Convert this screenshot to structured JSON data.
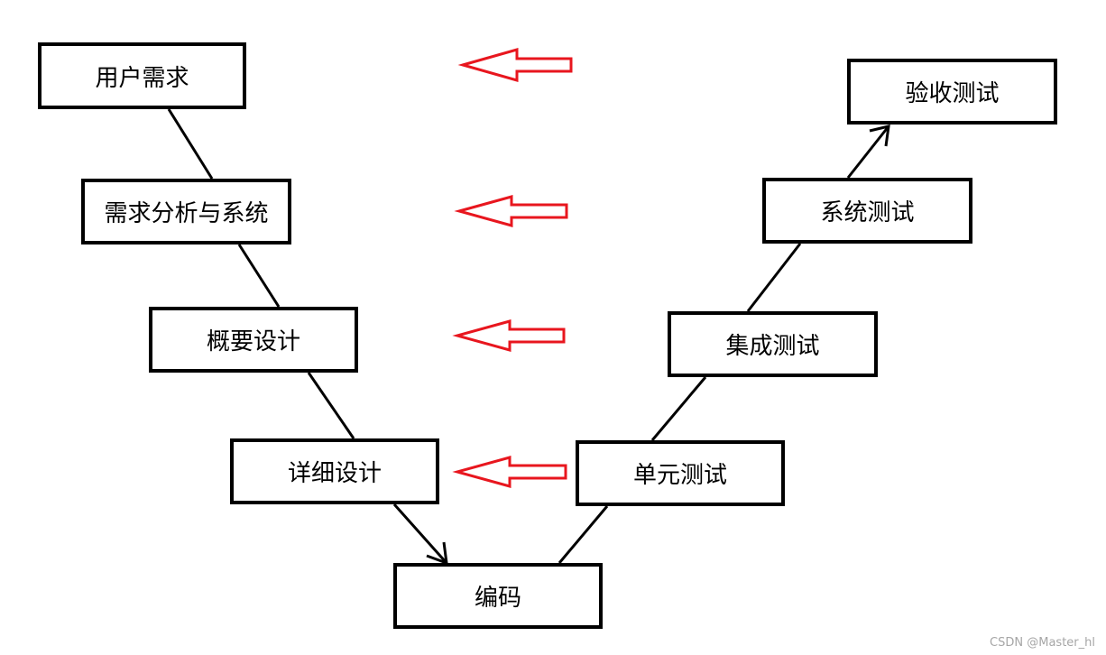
{
  "diagram": {
    "type": "v-model",
    "stages": {
      "user_requirements": "用户需求",
      "requirement_analysis": "需求分析与系统",
      "overview_design": "概要设计",
      "detailed_design": "详细设计",
      "coding": "编码",
      "unit_test": "单元测试",
      "integration_test": "集成测试",
      "system_test": "系统测试",
      "acceptance_test": "验收测试"
    },
    "connector_color": "#000000",
    "verification_arrow_color": "#e8161e",
    "verification_arrow_direction": "left"
  },
  "watermark": "CSDN @Master_hl"
}
